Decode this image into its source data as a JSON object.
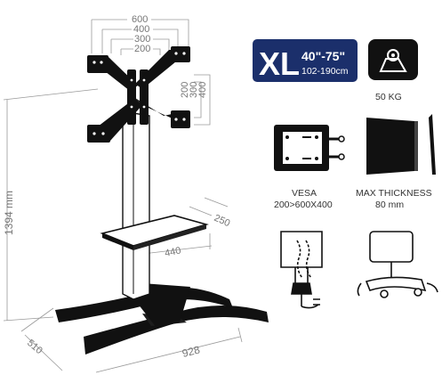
{
  "mount_widths": [
    "600",
    "400",
    "300",
    "200"
  ],
  "mount_heights": [
    "200",
    "300",
    "400"
  ],
  "height": "1394 mm",
  "shelf_depth": "250",
  "shelf_width": "440",
  "base_depth": "510",
  "base_width": "928",
  "badge": {
    "size": "XL",
    "range": "40\"-75\"",
    "range_cm": "102-190cm"
  },
  "weight": "50 KG",
  "vesa": {
    "title": "VESA",
    "value": "200>600X400"
  },
  "thickness": {
    "title": "MAX THICKNESS",
    "value": "80 mm"
  },
  "colors": {
    "badge_bg": "#1b2f6b",
    "line": "#9a9a9a",
    "black": "#111111"
  }
}
